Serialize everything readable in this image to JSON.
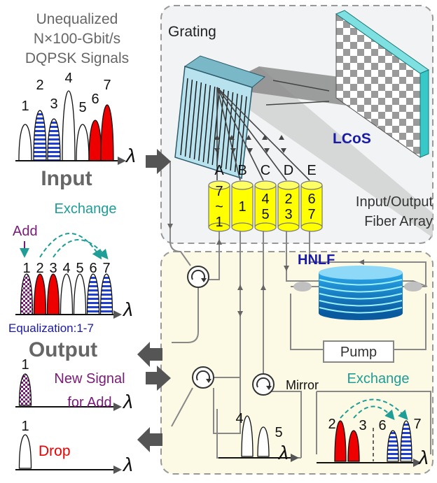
{
  "input_panel": {
    "title_lines": [
      "Unequalized",
      "N×100-Gbit/s",
      "DQPSK Signals"
    ],
    "channel_labels": [
      "1",
      "2",
      "3",
      "4",
      "5",
      "6",
      "7"
    ],
    "lambda": "λ",
    "section_label": "Input"
  },
  "output_panel": {
    "add_label": "Add",
    "exchange_label": "Exchange",
    "channel_labels": [
      "1",
      "2",
      "3",
      "4",
      "5",
      "6",
      "7"
    ],
    "lambda": "λ",
    "equalization_label": "Equalization:1-7",
    "section_label": "Output"
  },
  "add_panel": {
    "channel_label": "1",
    "caption_lines": [
      "New Signal",
      "for Add"
    ],
    "lambda": "λ"
  },
  "drop_panel": {
    "channel_label": "1",
    "caption": "Drop",
    "lambda": "λ"
  },
  "processor": {
    "grating_label": "Grating",
    "lcos_label": "LCoS",
    "port_letters": [
      "A",
      "B",
      "C",
      "D",
      "E"
    ],
    "port_channel_labels": [
      "7\n~\n1",
      "1",
      "4\n5",
      "2\n3",
      "6\n7"
    ],
    "fiber_array_lines": [
      "Input/Output",
      "Fiber Array"
    ]
  },
  "lower_box": {
    "hnlf_label": "HNLF",
    "pump_label": "Pump",
    "mirror_label": "Mirror",
    "exchange_label": "Exchange",
    "mirror_channels": [
      "4",
      "5"
    ],
    "exchange_channels": [
      "2",
      "3",
      "6",
      "7"
    ],
    "lambda": "λ"
  },
  "colors": {
    "red": "#ee0000",
    "blue": "#1f3fd0",
    "purple": "#7a1a78",
    "teal": "#1e9e96",
    "navy": "#1a1aa8",
    "fiber_yellow": "#ffff00",
    "lcos_cyan": "#38c8c8",
    "grating_face": "#b8e2ee",
    "upper_box_fill": "#f1f3f5",
    "lower_box_fill": "#fcf9e4"
  }
}
